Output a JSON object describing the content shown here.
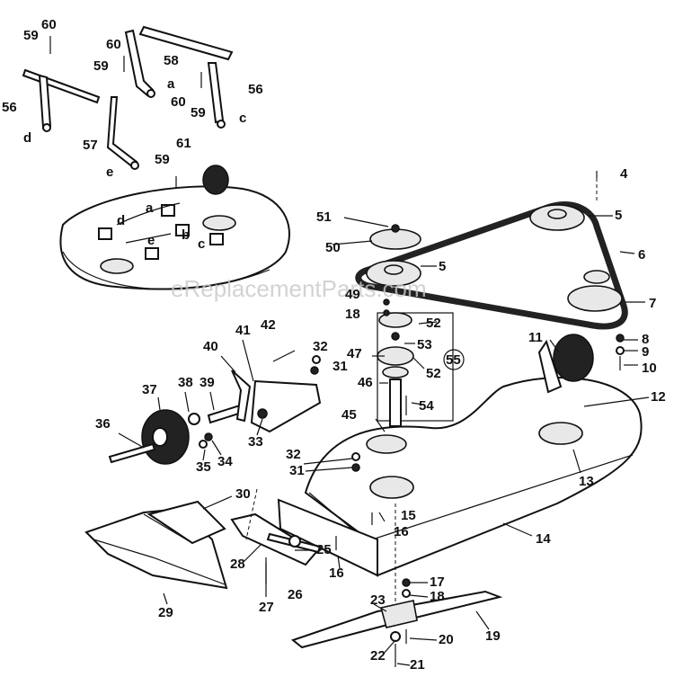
{
  "watermark": "eReplacementParts.com",
  "labels": {
    "n4": "4",
    "n5a": "5",
    "n5b": "5",
    "n6": "6",
    "n7": "7",
    "n8": "8",
    "n9": "9",
    "n10": "10",
    "n11": "11",
    "n12": "12",
    "n13": "13",
    "n14": "14",
    "n15": "15",
    "n16a": "16",
    "n16b": "16",
    "n17": "17",
    "n18a": "18",
    "n18b": "18",
    "n19": "19",
    "n20": "20",
    "n21": "21",
    "n22": "22",
    "n23": "23",
    "n25": "25",
    "n26": "26",
    "n27": "27",
    "n28": "28",
    "n29": "29",
    "n30": "30",
    "n31a": "31",
    "n31b": "31",
    "n32a": "32",
    "n32b": "32",
    "n33": "33",
    "n34": "34",
    "n35": "35",
    "n36": "36",
    "n37": "37",
    "n38": "38",
    "n39": "39",
    "n40": "40",
    "n41": "41",
    "n42": "42",
    "n45": "45",
    "n46": "46",
    "n47": "47",
    "n49": "49",
    "n50": "50",
    "n51": "51",
    "n52a": "52",
    "n52b": "52",
    "n53": "53",
    "n54": "54",
    "n55": "55",
    "n56a": "56",
    "n56b": "56",
    "n57": "57",
    "n58": "58",
    "n59a": "59",
    "n59b": "59",
    "n59c": "59",
    "n59d": "59",
    "n60a": "60",
    "n60b": "60",
    "n60c": "60",
    "n61": "61",
    "la1": "a",
    "la2": "a",
    "lb1": "b",
    "lc1": "c",
    "lc2": "c",
    "ld1": "d",
    "ld2": "d",
    "le1": "e",
    "le2": "e"
  }
}
